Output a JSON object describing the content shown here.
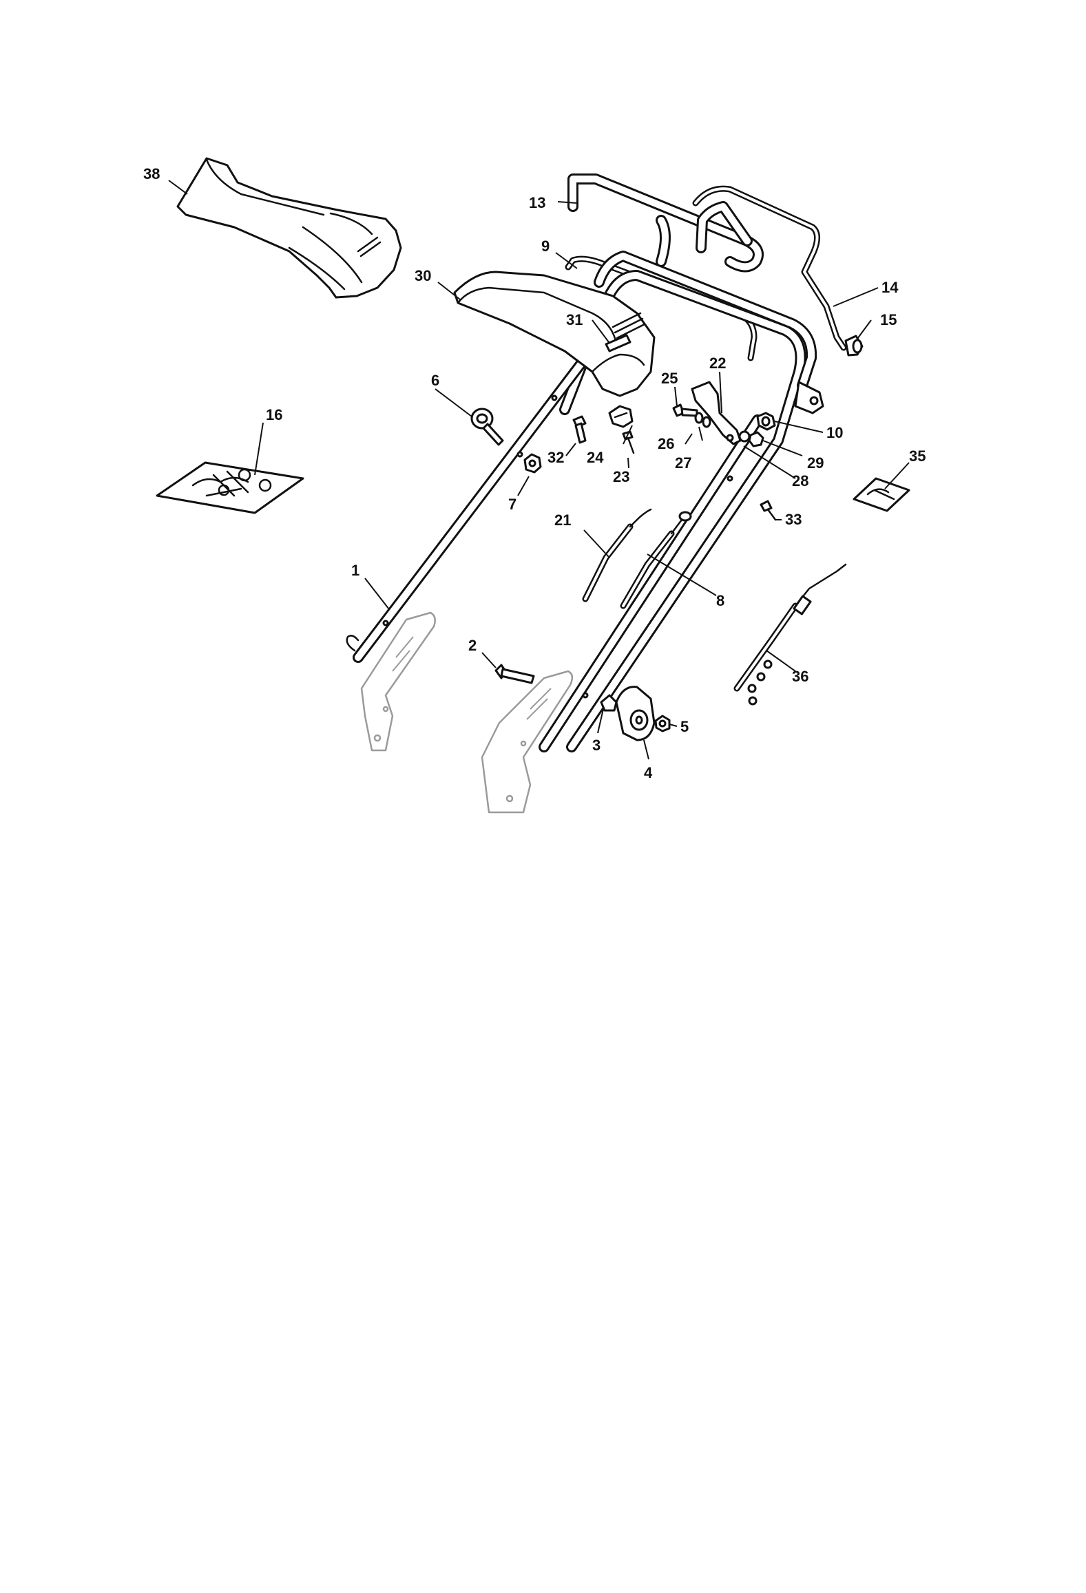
{
  "callouts": [
    {
      "id": "c1",
      "label": "1"
    },
    {
      "id": "c2",
      "label": "2"
    },
    {
      "id": "c3",
      "label": "3"
    },
    {
      "id": "c4",
      "label": "4"
    },
    {
      "id": "c5",
      "label": "5"
    },
    {
      "id": "c6",
      "label": "6"
    },
    {
      "id": "c7",
      "label": "7"
    },
    {
      "id": "c8",
      "label": "8"
    },
    {
      "id": "c9",
      "label": "9"
    },
    {
      "id": "c10",
      "label": "10"
    },
    {
      "id": "c13",
      "label": "13"
    },
    {
      "id": "c14",
      "label": "14"
    },
    {
      "id": "c15",
      "label": "15"
    },
    {
      "id": "c16",
      "label": "16"
    },
    {
      "id": "c21",
      "label": "21"
    },
    {
      "id": "c22",
      "label": "22"
    },
    {
      "id": "c23",
      "label": "23"
    },
    {
      "id": "c24",
      "label": "24"
    },
    {
      "id": "c25",
      "label": "25"
    },
    {
      "id": "c26",
      "label": "26"
    },
    {
      "id": "c27",
      "label": "27"
    },
    {
      "id": "c28",
      "label": "28"
    },
    {
      "id": "c29",
      "label": "29"
    },
    {
      "id": "c30",
      "label": "30"
    },
    {
      "id": "c31",
      "label": "31"
    },
    {
      "id": "c32",
      "label": "32"
    },
    {
      "id": "c33",
      "label": "33"
    },
    {
      "id": "c35",
      "label": "35"
    },
    {
      "id": "c36",
      "label": "36"
    },
    {
      "id": "c38",
      "label": "38"
    }
  ]
}
